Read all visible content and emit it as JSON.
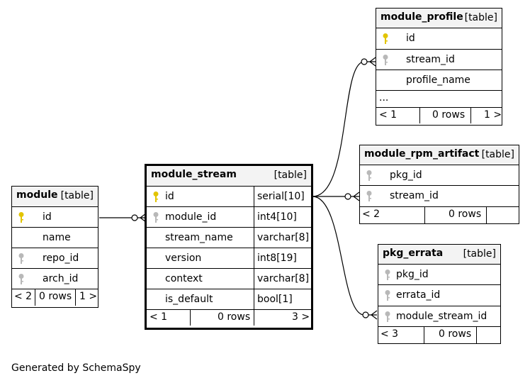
{
  "tables": {
    "module": {
      "name": "module",
      "tag": "[table]",
      "columns": [
        {
          "name": "id",
          "key": "primary"
        },
        {
          "name": "name",
          "key": "none"
        },
        {
          "name": "repo_id",
          "key": "foreign"
        },
        {
          "name": "arch_id",
          "key": "foreign"
        }
      ],
      "footer": {
        "left": "< 2",
        "mid": "0 rows",
        "right": "1 >"
      }
    },
    "module_stream": {
      "name": "module_stream",
      "tag": "[table]",
      "columns": [
        {
          "name": "id",
          "type": "serial[10]",
          "key": "primary"
        },
        {
          "name": "module_id",
          "type": "int4[10]",
          "key": "foreign"
        },
        {
          "name": "stream_name",
          "type": "varchar[8]",
          "key": "none"
        },
        {
          "name": "version",
          "type": "int8[19]",
          "key": "none"
        },
        {
          "name": "context",
          "type": "varchar[8]",
          "key": "none"
        },
        {
          "name": "is_default",
          "type": "bool[1]",
          "key": "none"
        }
      ],
      "footer": {
        "left": "< 1",
        "mid": "0 rows",
        "right": "3 >"
      }
    },
    "module_profile": {
      "name": "module_profile",
      "tag": "[table]",
      "columns": [
        {
          "name": "id",
          "key": "primary"
        },
        {
          "name": "stream_id",
          "key": "foreign"
        },
        {
          "name": "profile_name",
          "key": "none"
        }
      ],
      "ellipsis": "...",
      "footer": {
        "left": "< 1",
        "mid": "0 rows",
        "right": "1 >"
      }
    },
    "module_rpm_artifact": {
      "name": "module_rpm_artifact",
      "tag": "[table]",
      "columns": [
        {
          "name": "pkg_id",
          "key": "foreign"
        },
        {
          "name": "stream_id",
          "key": "foreign"
        }
      ],
      "footer": {
        "left": "< 2",
        "mid": "0 rows",
        "right": ""
      }
    },
    "pkg_errata": {
      "name": "pkg_errata",
      "tag": "[table]",
      "columns": [
        {
          "name": "pkg_id",
          "key": "foreign"
        },
        {
          "name": "errata_id",
          "key": "foreign"
        },
        {
          "name": "module_stream_id",
          "key": "foreign"
        }
      ],
      "footer": {
        "left": "< 3",
        "mid": "0 rows",
        "right": ""
      }
    }
  },
  "colors": {
    "primary_key": "#e2c400",
    "foreign_key": "#b8b8b8",
    "header_bg": "#f3f3f3"
  },
  "footer_text": "Generated by SchemaSpy"
}
